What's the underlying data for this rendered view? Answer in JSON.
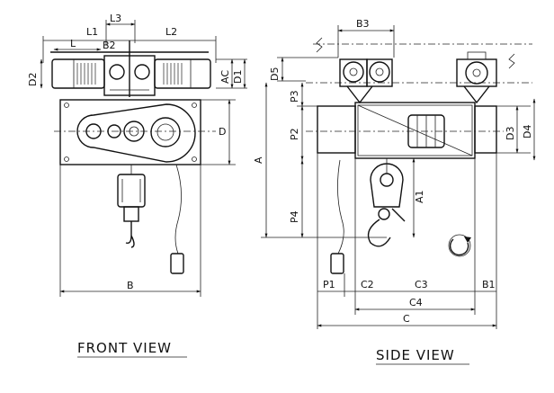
{
  "views": {
    "front": "FRONT VIEW",
    "side": "SIDE VIEW"
  },
  "dimensions": {
    "L1": "L1",
    "L3": "L3",
    "L2": "L2",
    "L": "L",
    "B2": "B2",
    "D2": "D2",
    "AC": "AC",
    "D1": "D1",
    "D": "D",
    "B": "B",
    "B3": "B3",
    "D5": "D5",
    "P3": "P3",
    "P2": "P2",
    "A": "A",
    "D3": "D3",
    "D4": "D4",
    "A1": "A1",
    "P4": "P4",
    "P1": "P1",
    "C2": "C2",
    "C3": "C3",
    "B1": "B1",
    "C4": "C4",
    "C": "C"
  }
}
